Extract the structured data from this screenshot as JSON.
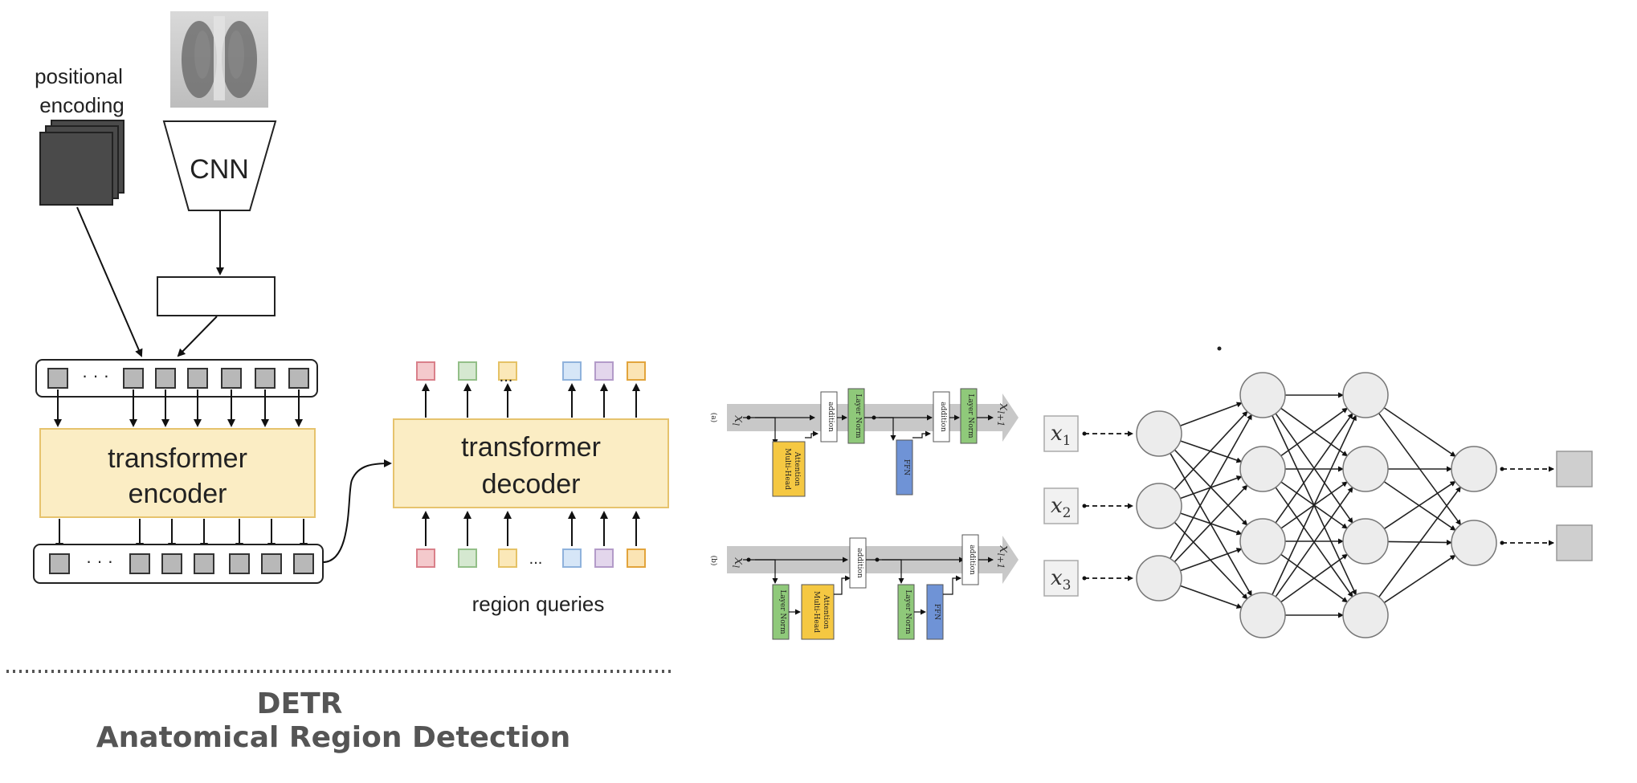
{
  "detr": {
    "positional_encoding_line1": "positional",
    "positional_encoding_line2": "encoding",
    "cnn_label": "CNN",
    "encoder_line1": "transformer",
    "encoder_line2": "encoder",
    "decoder_line1": "transformer",
    "decoder_line2": "decoder",
    "ellipsis": "· · ·",
    "query_ellipsis": "...",
    "region_queries_label": "region queries",
    "title_line1": "DETR",
    "title_line2": "Anatomical Region Detection",
    "query_colors": [
      {
        "fill": "#f4c9cc",
        "stroke": "#d9808a"
      },
      {
        "fill": "#d5e8d0",
        "stroke": "#93bf88"
      },
      {
        "fill": "#fbe8b8",
        "stroke": "#e5c266"
      },
      {
        "fill": "#d6e6f7",
        "stroke": "#8fb2dc"
      },
      {
        "fill": "#e3d6ec",
        "stroke": "#b39bc9"
      },
      {
        "fill": "#fbe4b4",
        "stroke": "#e2a43c"
      }
    ]
  },
  "blocks": {
    "row_a_label": "(a)",
    "row_b_label": "(b)",
    "input_label": "x",
    "input_sub": "l",
    "output_label": "x",
    "output_sub": "l+1",
    "addition_label": "addition",
    "layer_norm_label": "Layer Norm",
    "mha_line1": "Multi-Head",
    "mha_line2": "Attention",
    "ffn_label": "FFN",
    "colors": {
      "layer_norm": "#8fc97a",
      "attention": "#f5c842",
      "ffn": "#6f93d6",
      "stream": "#c8c8c8"
    }
  },
  "mlp": {
    "input_symbol": "x",
    "inputs": [
      "1",
      "2",
      "3"
    ],
    "layer_sizes": [
      3,
      4,
      4,
      2
    ]
  }
}
